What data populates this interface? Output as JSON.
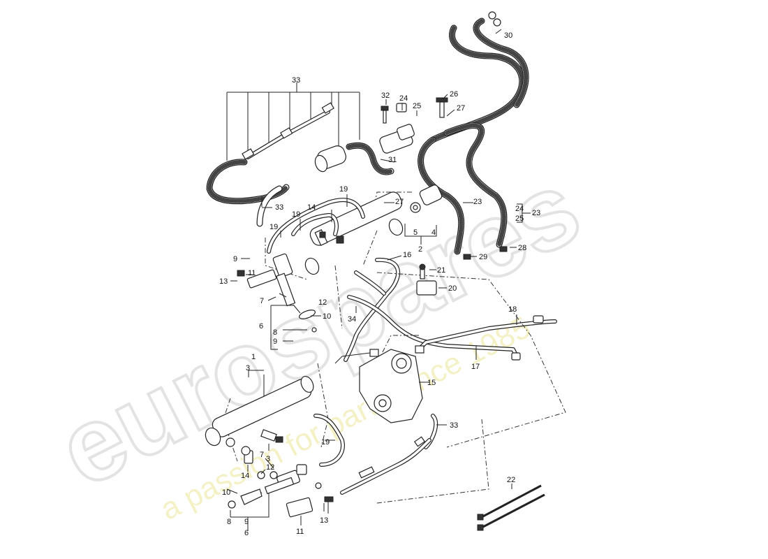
{
  "watermark": {
    "brand": "eurospares",
    "tagline": "a passion for parts since 1985"
  },
  "callouts": {
    "c33a": "33",
    "c33b": "33",
    "c33c": "33",
    "c32": "32",
    "c24a": "24",
    "c25a": "25",
    "c26": "26",
    "c27a": "27",
    "c27b": "27",
    "c31": "31",
    "c30": "30",
    "c23a": "23",
    "c23b": "23",
    "c24b": "24",
    "c25b": "25",
    "c19a": "19",
    "c19b": "19",
    "c19c": "19",
    "c19d": "19",
    "c14a": "14",
    "c14b": "14",
    "c5": "5",
    "c4": "4",
    "c2": "2",
    "c16": "16",
    "c29": "29",
    "c28": "28",
    "c21": "21",
    "c20": "20",
    "c9a": "9",
    "c9b": "9",
    "c9c": "9",
    "c13a": "13",
    "c13b": "13",
    "c11a": "11",
    "c11b": "11",
    "c7a": "7",
    "c7b": "7",
    "c12a": "12",
    "c12b": "12",
    "c10a": "10",
    "c10b": "10",
    "c6a": "6",
    "c6b": "6",
    "c8a": "8",
    "c8b": "8",
    "c34": "34",
    "c18": "18",
    "c17": "17",
    "c15": "15",
    "c1": "1",
    "c3a": "3",
    "c3b": "3",
    "c22": "22"
  }
}
